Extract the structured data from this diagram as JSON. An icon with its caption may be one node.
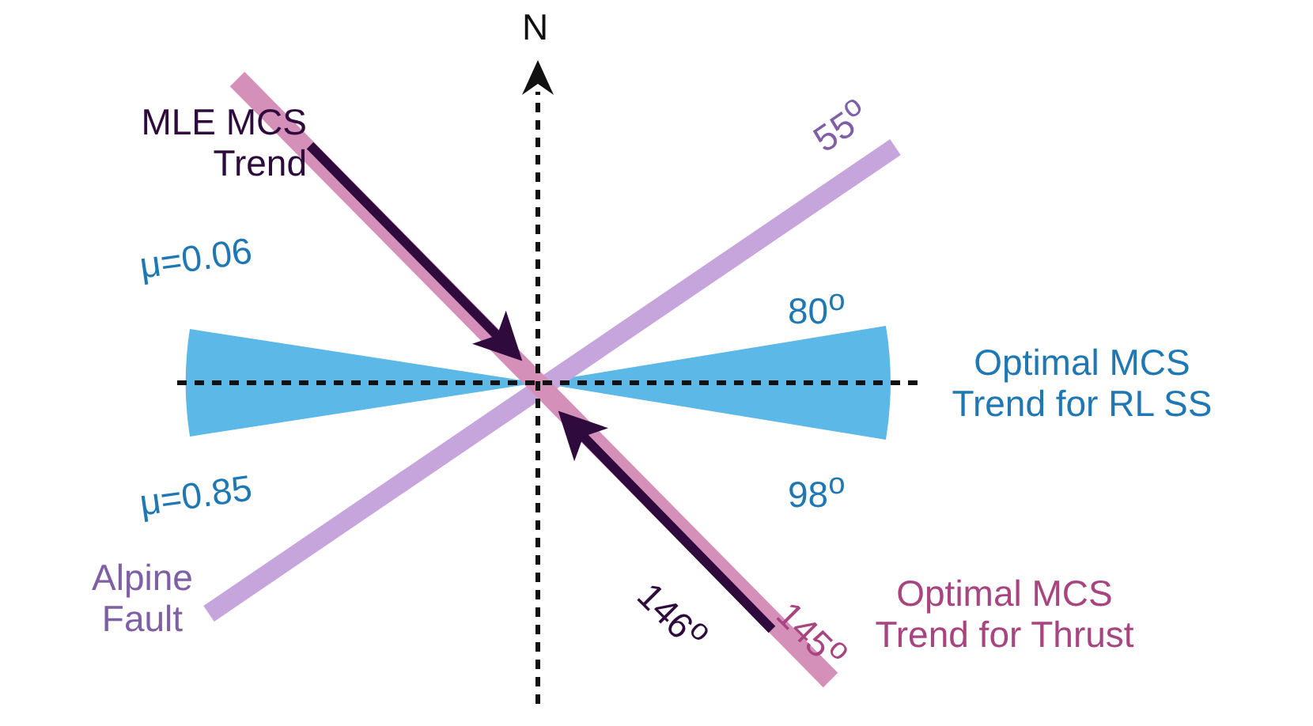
{
  "diagram": {
    "labels": [
      "N",
      "MLE MCS Trend",
      "55$^{o}$",
      "μ=0.06",
      "80$^{o}$",
      "Optimal MCS Trend for RL SS",
      "μ=0.85",
      "98$^{o}$",
      "Alpine Fault",
      "146$^{o}$",
      "145$^{o}$",
      "Optimal MCS Trend for Thrust"
    ]
  }
}
